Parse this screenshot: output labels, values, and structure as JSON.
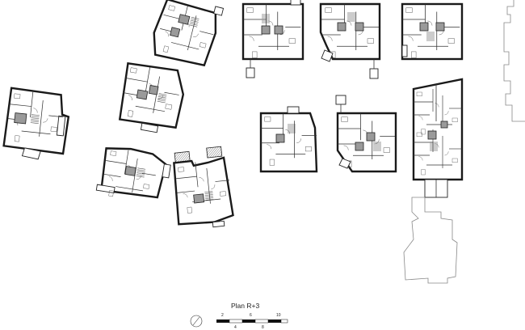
{
  "plan": {
    "title": "Plan R+3",
    "scale": {
      "top_labels": [
        "2",
        "6",
        "10"
      ],
      "bottom_labels": [
        "4",
        "8"
      ]
    }
  }
}
